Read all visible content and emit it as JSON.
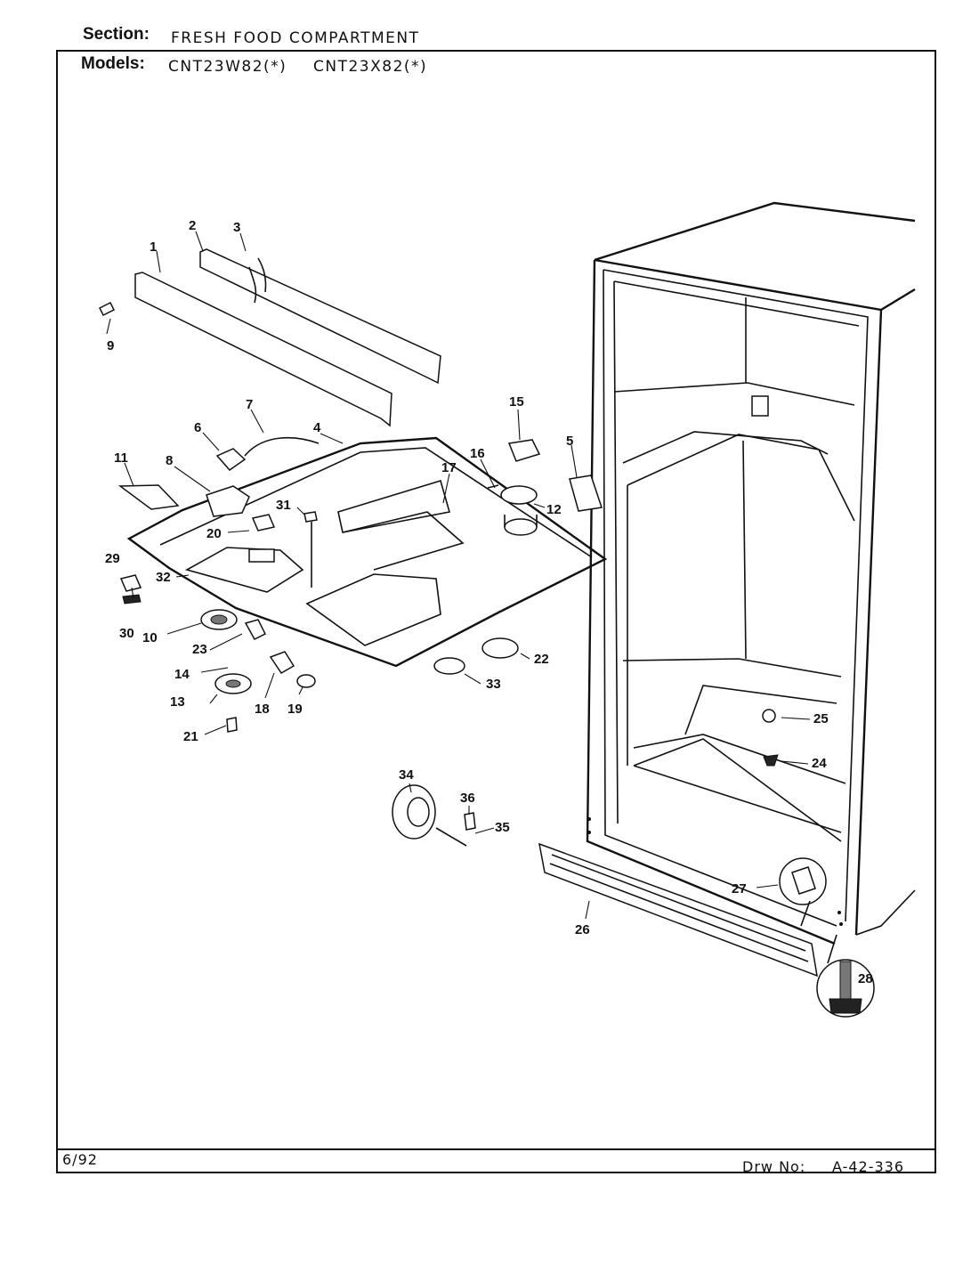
{
  "header": {
    "section_label": "Section:",
    "section_value": "FRESH FOOD COMPARTMENT",
    "models_label": "Models:",
    "model_1": "CNT23W82(*)",
    "model_2": "CNT23X82(*)"
  },
  "footer": {
    "date": "6/92",
    "drawing_label": "Drw No:",
    "drawing_number": "A-42-336"
  },
  "callouts": {
    "c1": "1",
    "c2": "2",
    "c3": "3",
    "c4": "4",
    "c5": "5",
    "c6": "6",
    "c7": "7",
    "c8": "8",
    "c9": "9",
    "c10": "10",
    "c11": "11",
    "c12": "12",
    "c13": "13",
    "c14": "14",
    "c15": "15",
    "c16": "16",
    "c17": "17",
    "c18": "18",
    "c19": "19",
    "c20": "20",
    "c21": "21",
    "c22": "22",
    "c23": "23",
    "c24": "24",
    "c25": "25",
    "c26": "26",
    "c27": "27",
    "c28": "28",
    "c29": "29",
    "c30": "30",
    "c31": "31",
    "c32": "32",
    "c33": "33",
    "c34": "34",
    "c35": "35",
    "c36": "36"
  }
}
